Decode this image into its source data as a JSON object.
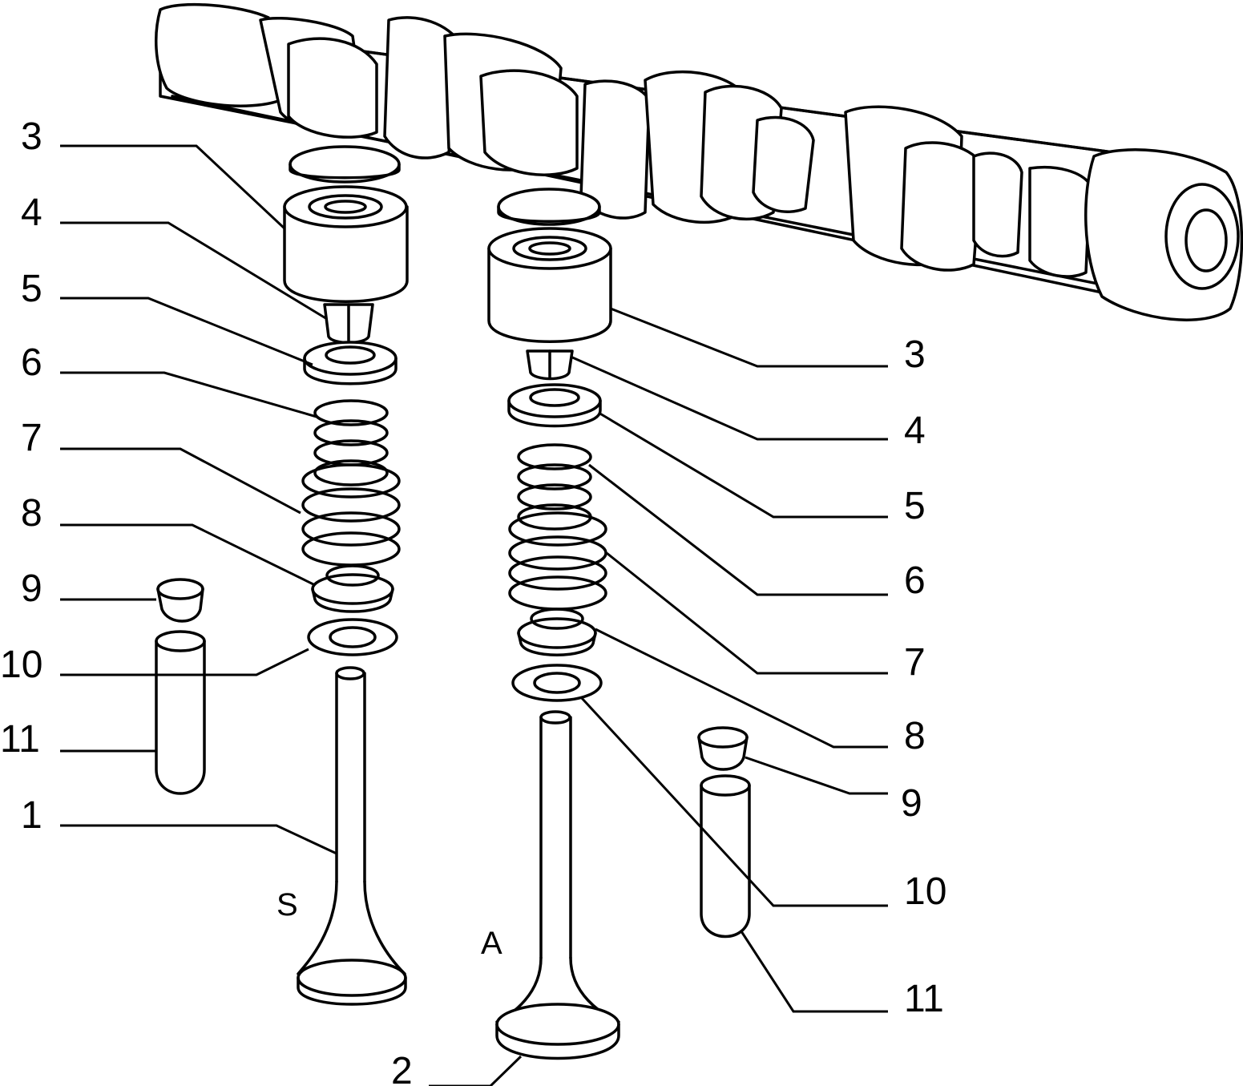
{
  "diagram": {
    "callouts_left": [
      "3",
      "4",
      "5",
      "6",
      "7",
      "8",
      "9",
      "10",
      "11",
      "1"
    ],
    "callouts_right": [
      "3",
      "4",
      "5",
      "6",
      "7",
      "8",
      "9",
      "10",
      "11"
    ],
    "callout_bottom": "2",
    "valve_markers": {
      "left": "S",
      "right": "A"
    }
  }
}
